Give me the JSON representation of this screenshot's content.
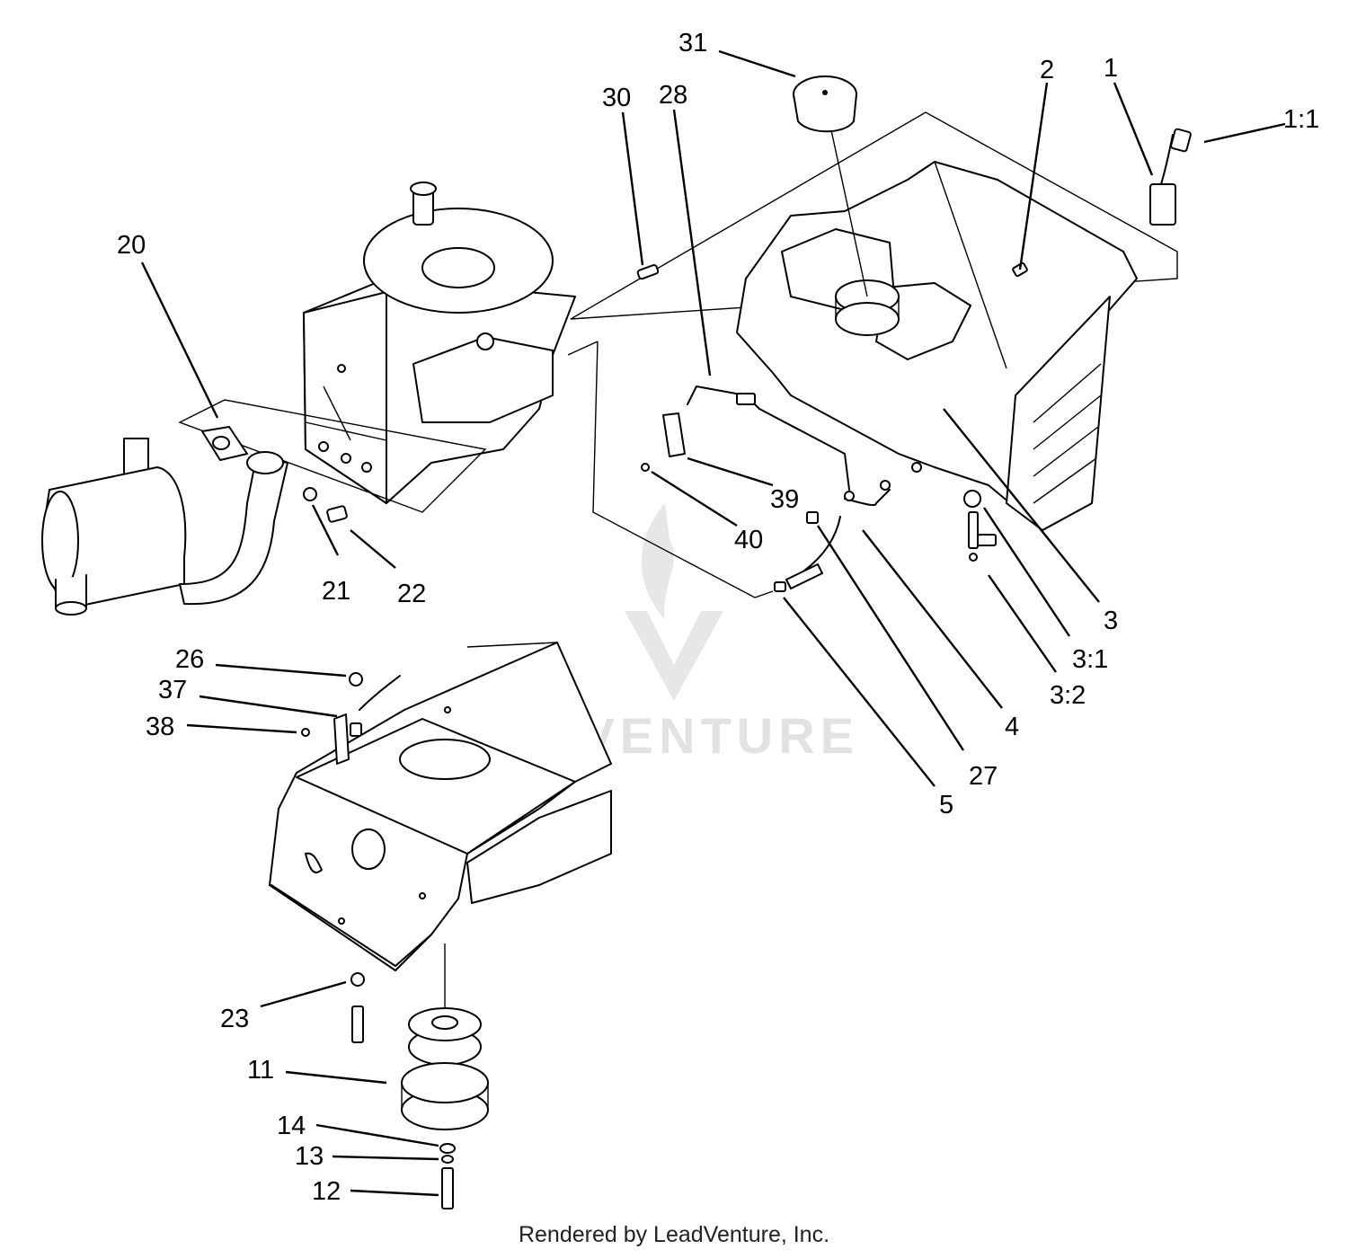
{
  "callouts": {
    "c1": "1",
    "c1_1": "1:1",
    "c2": "2",
    "c3": "3",
    "c3_1": "3:1",
    "c3_2": "3:2",
    "c4": "4",
    "c5": "5",
    "c11": "11",
    "c12": "12",
    "c13": "13",
    "c14": "14",
    "c20": "20",
    "c21": "21",
    "c22": "22",
    "c23": "23",
    "c26": "26",
    "c27": "27",
    "c28": "28",
    "c30": "30",
    "c31": "31",
    "c37": "37",
    "c38": "38",
    "c39": "39",
    "c40": "40"
  },
  "watermark": "LEADVENTURE",
  "footer": "Rendered by LeadVenture, Inc."
}
